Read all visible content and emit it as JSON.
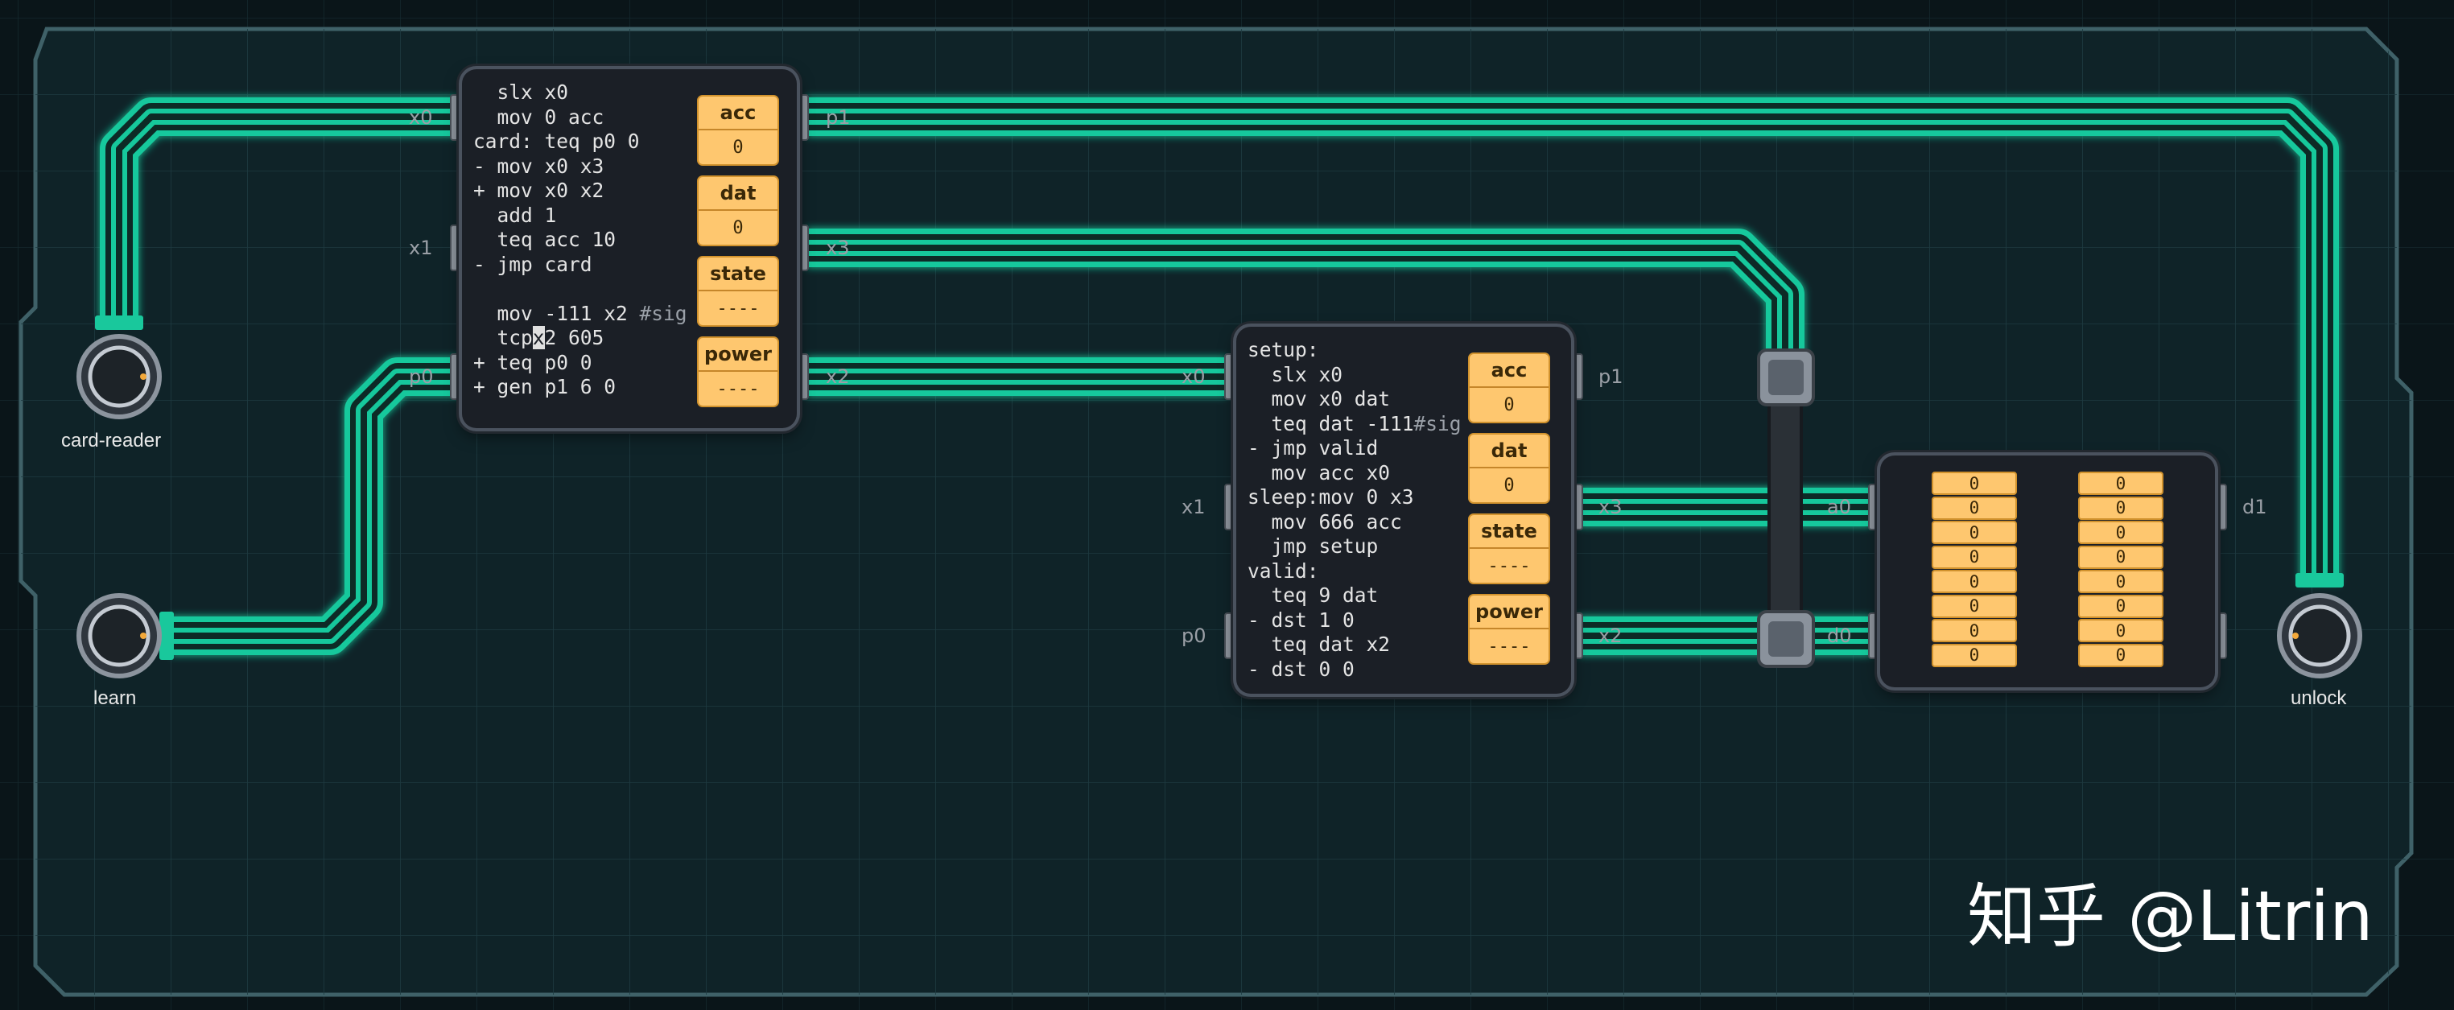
{
  "controller_a": {
    "code": [
      {
        "text": "  slx x0"
      },
      {
        "text": "  mov 0 acc"
      },
      {
        "text": "card: teq p0 0"
      },
      {
        "text": "- mov x0 x3"
      },
      {
        "text": "+ mov x0 x2"
      },
      {
        "text": "  add 1"
      },
      {
        "text": "  teq acc 10"
      },
      {
        "text": "- jmp card"
      },
      {
        "text": ""
      },
      {
        "text": "  mov -111 x2 ",
        "comment": "#sig"
      },
      {
        "text": "  tcp",
        "cursor": "x",
        "rest": "2 605"
      },
      {
        "text": "+ teq p0 0"
      },
      {
        "text": "+ gen p1 6 0"
      }
    ],
    "registers": [
      {
        "label": "acc",
        "value": "0"
      },
      {
        "label": "dat",
        "value": "0"
      },
      {
        "label": "state",
        "value": "----"
      },
      {
        "label": "power",
        "value": "----"
      }
    ],
    "pins_left": [
      "x0",
      "x1",
      "p0"
    ],
    "pins_right": [
      "p1",
      "x3",
      "x2"
    ]
  },
  "controller_b": {
    "code": [
      {
        "text": "setup:"
      },
      {
        "text": "  slx x0"
      },
      {
        "text": "  mov x0 dat"
      },
      {
        "text": "  teq dat -111",
        "comment": "#sig"
      },
      {
        "text": "- jmp valid"
      },
      {
        "text": "  mov acc x0"
      },
      {
        "text": "sleep:mov 0 x3"
      },
      {
        "text": "  mov 666 acc"
      },
      {
        "text": "  jmp setup"
      },
      {
        "text": "valid:"
      },
      {
        "text": "  teq 9 dat"
      },
      {
        "text": "- dst 1 0"
      },
      {
        "text": "  teq dat x2"
      },
      {
        "text": "- dst 0 0"
      }
    ],
    "registers": [
      {
        "label": "acc",
        "value": "0"
      },
      {
        "label": "dat",
        "value": "0"
      },
      {
        "label": "state",
        "value": "----"
      },
      {
        "label": "power",
        "value": "----"
      }
    ],
    "pins_left": [
      "x0",
      "x1",
      "p0"
    ],
    "pins_right": [
      "p1",
      "x3",
      "x2"
    ]
  },
  "memory": {
    "col_left": [
      "0",
      "0",
      "0",
      "0",
      "0",
      "0",
      "0",
      "0"
    ],
    "col_right": [
      "0",
      "0",
      "0",
      "0",
      "0",
      "0",
      "0",
      "0"
    ],
    "pin_a0": "a0",
    "pin_d0": "d0",
    "pin_d1": "d1"
  },
  "devices": {
    "card_reader": "card-reader",
    "learn": "learn",
    "unlock": "unlock"
  },
  "watermark": "知乎 @Litrin",
  "colors": {
    "board": "#0f2328",
    "wire": "#16c99c",
    "register": "#fec76f",
    "chip": "#1b1f26"
  }
}
